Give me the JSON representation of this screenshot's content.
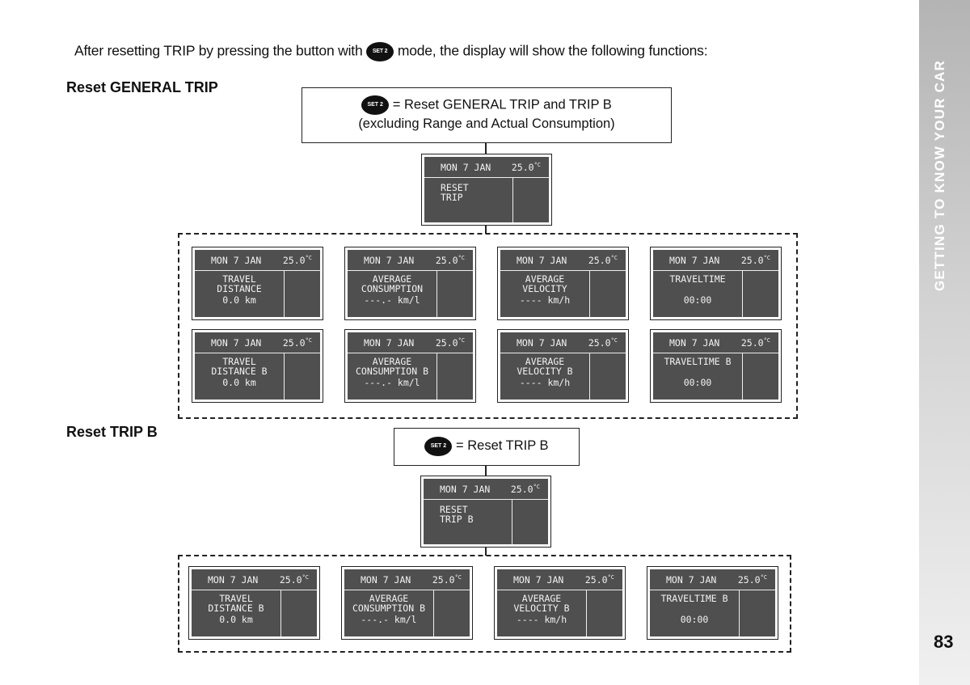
{
  "intro": {
    "before": "After resetting TRIP by pressing the button with",
    "after": "mode, the display will show the following functions:"
  },
  "button_label": "SET 2",
  "sections": {
    "general": {
      "heading": "Reset GENERAL TRIP",
      "callout_line1": "= Reset GENERAL TRIP and TRIP B",
      "callout_line2": "(excluding Range and Actual Consumption)",
      "reset_display": {
        "date": "MON 7 JAN",
        "temp": "25.0",
        "unit": "°C",
        "line1": "RESET",
        "line2": "TRIP"
      },
      "row1": [
        {
          "date": "MON 7 JAN",
          "temp": "25.0",
          "unit": "°C",
          "l1": "TRAVEL",
          "l2": "DISTANCE",
          "v": "0.0  km"
        },
        {
          "date": "MON 7 JAN",
          "temp": "25.0",
          "unit": "°C",
          "l1": "AVERAGE",
          "l2": "CONSUMPTION",
          "v": "---.- km/l"
        },
        {
          "date": "MON 7 JAN",
          "temp": "25.0",
          "unit": "°C",
          "l1": "AVERAGE",
          "l2": "VELOCITY",
          "v": "---- km/h"
        },
        {
          "date": "MON 7 JAN",
          "temp": "25.0",
          "unit": "°C",
          "l1": "TRAVELTIME",
          "l2": "",
          "v": "00:00"
        }
      ],
      "row2": [
        {
          "date": "MON 7 JAN",
          "temp": "25.0",
          "unit": "°C",
          "l1": "TRAVEL",
          "l2": "DISTANCE B",
          "v": "0.0  km"
        },
        {
          "date": "MON 7 JAN",
          "temp": "25.0",
          "unit": "°C",
          "l1": "AVERAGE",
          "l2": "CONSUMPTION B",
          "v": "---.- km/l"
        },
        {
          "date": "MON 7 JAN",
          "temp": "25.0",
          "unit": "°C",
          "l1": "AVERAGE",
          "l2": "VELOCITY B",
          "v": "---- km/h"
        },
        {
          "date": "MON 7 JAN",
          "temp": "25.0",
          "unit": "°C",
          "l1": "TRAVELTIME B",
          "l2": "",
          "v": "00:00"
        }
      ]
    },
    "tripb": {
      "heading": "Reset TRIP B",
      "callout_line1": "= Reset TRIP B",
      "reset_display": {
        "date": "MON 7 JAN",
        "temp": "25.0",
        "unit": "°C",
        "line1": "RESET",
        "line2": "TRIP B"
      },
      "row": [
        {
          "date": "MON 7 JAN",
          "temp": "25.0",
          "unit": "°C",
          "l1": "TRAVEL",
          "l2": "DISTANCE B",
          "v": "0.0  km"
        },
        {
          "date": "MON 7 JAN",
          "temp": "25.0",
          "unit": "°C",
          "l1": "AVERAGE",
          "l2": "CONSUMPTION B",
          "v": "---.- km/l"
        },
        {
          "date": "MON 7 JAN",
          "temp": "25.0",
          "unit": "°C",
          "l1": "AVERAGE",
          "l2": "VELOCITY B",
          "v": "---- km/h"
        },
        {
          "date": "MON 7 JAN",
          "temp": "25.0",
          "unit": "°C",
          "l1": "TRAVELTIME B",
          "l2": "",
          "v": "00:00"
        }
      ]
    }
  },
  "sidebar": {
    "title": "GETTING TO KNOW YOUR CAR",
    "page_number": "83"
  },
  "colors": {
    "display_bg": "#4f4f4f",
    "display_text": "#f2f2f2"
  }
}
